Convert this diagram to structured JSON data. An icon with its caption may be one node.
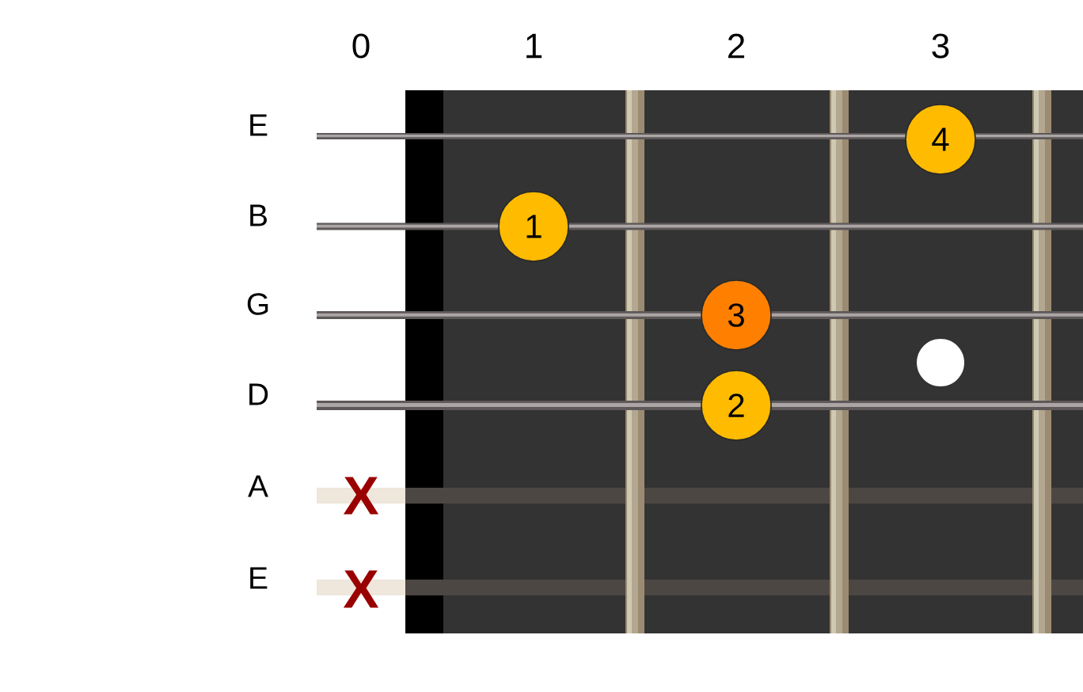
{
  "diagram": {
    "nodes": [
      {
        "text": [
          "4"
        ]
      },
      {
        "text": [
          "1"
        ]
      },
      {
        "text": [
          "3"
        ]
      },
      {
        "text": [
          "2"
        ]
      }
    ],
    "labels": [
      "0",
      "1",
      "2",
      "3",
      "E",
      "B",
      "G",
      "D",
      "A",
      "X",
      "E",
      "X"
    ]
  }
}
